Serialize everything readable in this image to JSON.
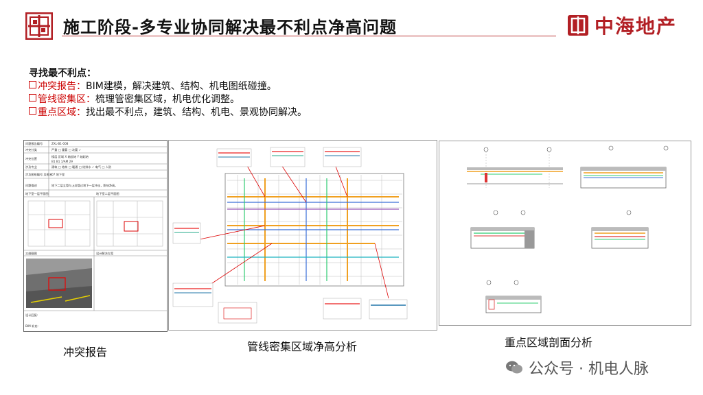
{
  "header": {
    "title": "施工阶段-多专业协同解决最不利点净高问题",
    "brand_name": "中海地产"
  },
  "intro": {
    "heading": "寻找最不利点：",
    "items": [
      {
        "key": "冲突报告",
        "text": "BIM建模，解决建筑、结构、机电图纸碰撞。"
      },
      {
        "key": "管线密集区",
        "text": "梳理管密集区域，机电优化调整。"
      },
      {
        "key": "重点区域",
        "text": "找出最不利点，建筑、结构、机电、景观协同解决。"
      }
    ]
  },
  "report": {
    "rows": [
      {
        "label": "问题报告编号",
        "value": "ZXL-B1-008"
      },
      {
        "label": "冲突分类",
        "value": "严重 □   重要 □   次要 ✓"
      },
      {
        "label": "冲突位置",
        "value": "楼层  区域  X 轴起始  Y 轴起始"
      },
      {
        "label": "",
        "value": "B1    B1    1/AM    29"
      },
      {
        "label": "涉及专业",
        "value": "建筑 □ 结构 □ 暖通 □ 给排水 ✓ 电气 □ 人防"
      },
      {
        "label": "涉及图纸编号 及图名",
        "value": "07  地下室"
      },
      {
        "label": "问题描述",
        "value": "地下二层立管与上封管过地下一层冲击，影响净高。"
      }
    ],
    "section1": "地下室一层平面图",
    "section2": "地下室二层平面图",
    "section3": "三维截图",
    "section4": "设计解决方案",
    "sign1": "设计回复:",
    "sign2": "BIM 补充:"
  },
  "captions": {
    "left": "冲突报告",
    "middle": "管线密集区域净高分析",
    "right": "重点区域剖面分析"
  },
  "watermark": "公众号 · 机电人脉",
  "colors": {
    "accent_red": "#c00000",
    "brand_red": "#b21f24"
  }
}
